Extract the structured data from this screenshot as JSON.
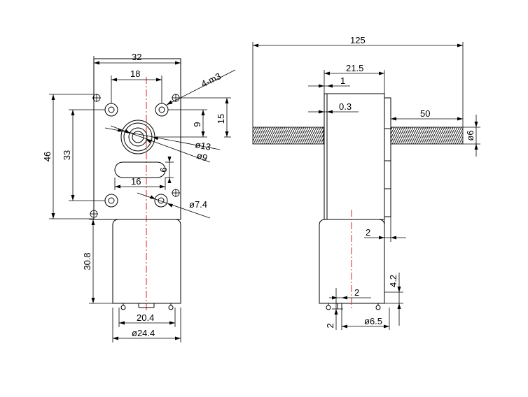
{
  "front_view": {
    "width": "32",
    "hole_spacing_top": "18",
    "tapped_holes": "4-m3",
    "height_top_to_center": "15",
    "boss_offset": "9",
    "body_height": "46",
    "hole_spacing_vertical": "33",
    "boss_diameter": "ø13",
    "shaft_diameter": "ø9",
    "slot_height": "6",
    "slot_width": "16",
    "mount_hole_diameter": "ø7.4",
    "motor_length": "30.8",
    "terminal_spacing": "20.4",
    "motor_diameter": "ø24.4"
  },
  "side_view": {
    "shaft_total_length": "125",
    "gearbox_depth": "21.5",
    "flange_thickness": "1",
    "gap": "0.3",
    "shaft_extension": "50",
    "shaft_diameter": "ø6",
    "step": "2",
    "terminal_height": "4.2",
    "terminal_width": "2",
    "terminal_offset": "2",
    "terminal_diameter": "ø6.5"
  }
}
